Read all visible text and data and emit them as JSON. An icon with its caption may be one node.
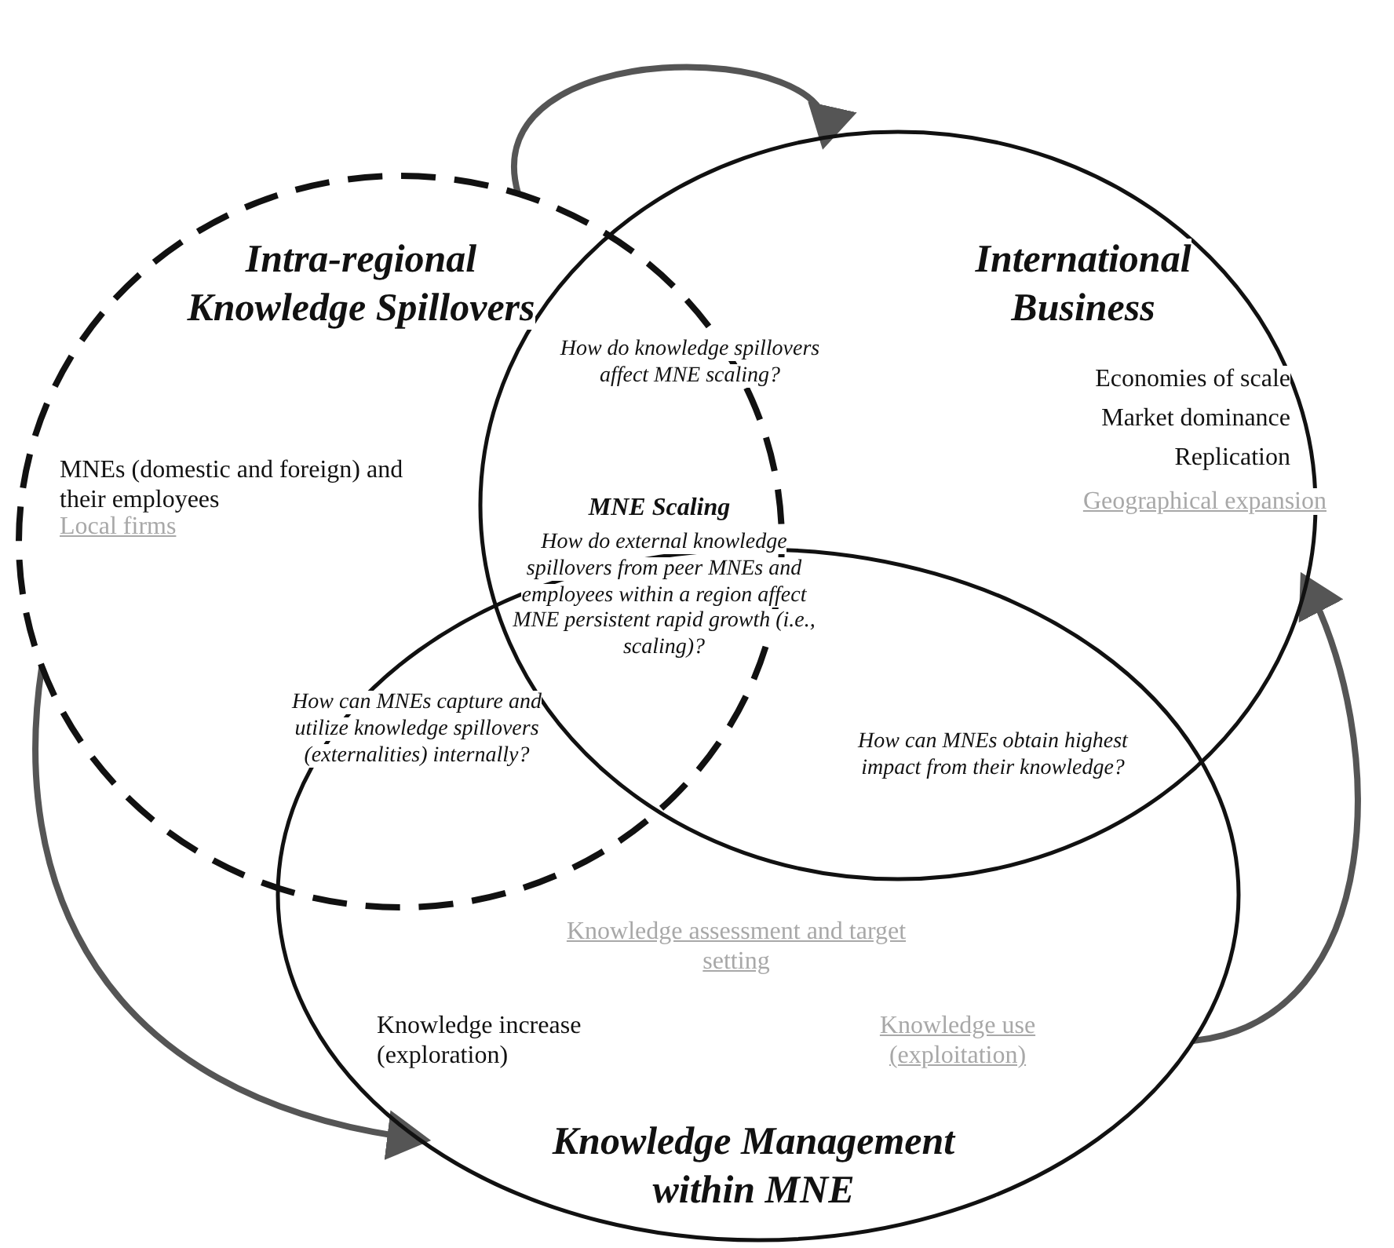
{
  "diagram": {
    "nodes": [
      {
        "text": [
          "Intra-regional Knowledge Spillovers",
          "MNEs (domestic and foreign) and their employees",
          "Local firms"
        ]
      },
      {
        "text": [
          "International Business",
          "Economies of scale",
          "Market dominance",
          "Replication",
          "Geographical expansion"
        ]
      },
      {
        "text": [
          "Knowledge assessment and target setting",
          "Knowledge increase (exploration)",
          "Knowledge use (exploitation)",
          "Knowledge Management within MNE"
        ]
      }
    ],
    "edges": [
      {
        "from": 0,
        "to": 1,
        "arrow": "to"
      },
      {
        "from": 0,
        "to": 2,
        "arrow": "to"
      },
      {
        "from": 2,
        "to": 1,
        "arrow": "to"
      }
    ],
    "labels": [
      "How do knowledge spillovers affect MNE scaling?",
      "MNE Scaling",
      "How do external knowledge spillovers from peer MNEs and employees within a region affect MNE persistent rapid growth (i.e., scaling)?",
      "How can MNEs capture and utilize knowledge spillovers (externalities) internally?",
      "How can MNEs obtain highest impact from their knowledge?"
    ]
  }
}
